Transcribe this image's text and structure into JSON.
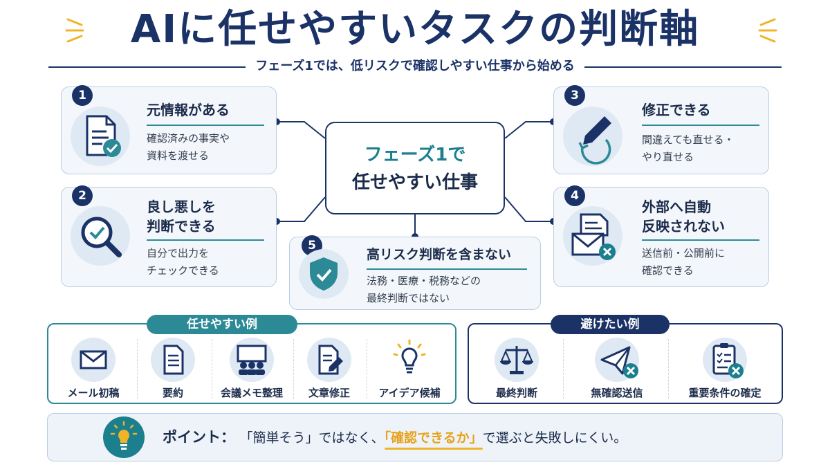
{
  "title": "AIに任せやすいタスクの判断軸",
  "subtitle": "フェーズ1では、低リスクで確認しやすい仕事から始める",
  "center": {
    "line1": "フェーズ1で",
    "line2": "任せやすい仕事"
  },
  "cards": [
    {
      "num": "1",
      "title": "元情報がある",
      "desc1": "確認済みの事実や",
      "desc2": "資料を渡せる",
      "icon": "document-check-icon"
    },
    {
      "num": "2",
      "title1": "良し悪しを",
      "title2": "判断できる",
      "desc1": "自分で出力を",
      "desc2": "チェックできる",
      "icon": "magnifier-check-icon"
    },
    {
      "num": "3",
      "title": "修正できる",
      "desc1": "間違えても直せる・",
      "desc2": "やり直せる",
      "icon": "pencil-redo-icon"
    },
    {
      "num": "4",
      "title1": "外部へ自動",
      "title2": "反映されない",
      "desc1": "送信前・公開前に",
      "desc2": "確認できる",
      "icon": "mail-block-icon"
    },
    {
      "num": "5",
      "title": "高リスク判断を含まない",
      "desc1": "法務・医療・税務などの",
      "desc2": "最終判断ではない",
      "icon": "shield-check-icon"
    }
  ],
  "good_examples": {
    "label": "任せやすい例",
    "items": [
      "メール初稿",
      "要約",
      "会議メモ整理",
      "文章修正",
      "アイデア候補"
    ]
  },
  "avoid_examples": {
    "label": "避けたい例",
    "items": [
      "最終判断",
      "無確認送信",
      "重要条件の確定"
    ]
  },
  "point": {
    "label": "ポイント：",
    "pre": "「簡単そう」ではなく、",
    "highlight": "「確認できるか」",
    "post": "で選ぶと失敗しにくい。"
  },
  "colors": {
    "navy": "#1b3267",
    "teal": "#2c8a96",
    "accent": "#f0b429",
    "danger": "#1b7f8e"
  }
}
